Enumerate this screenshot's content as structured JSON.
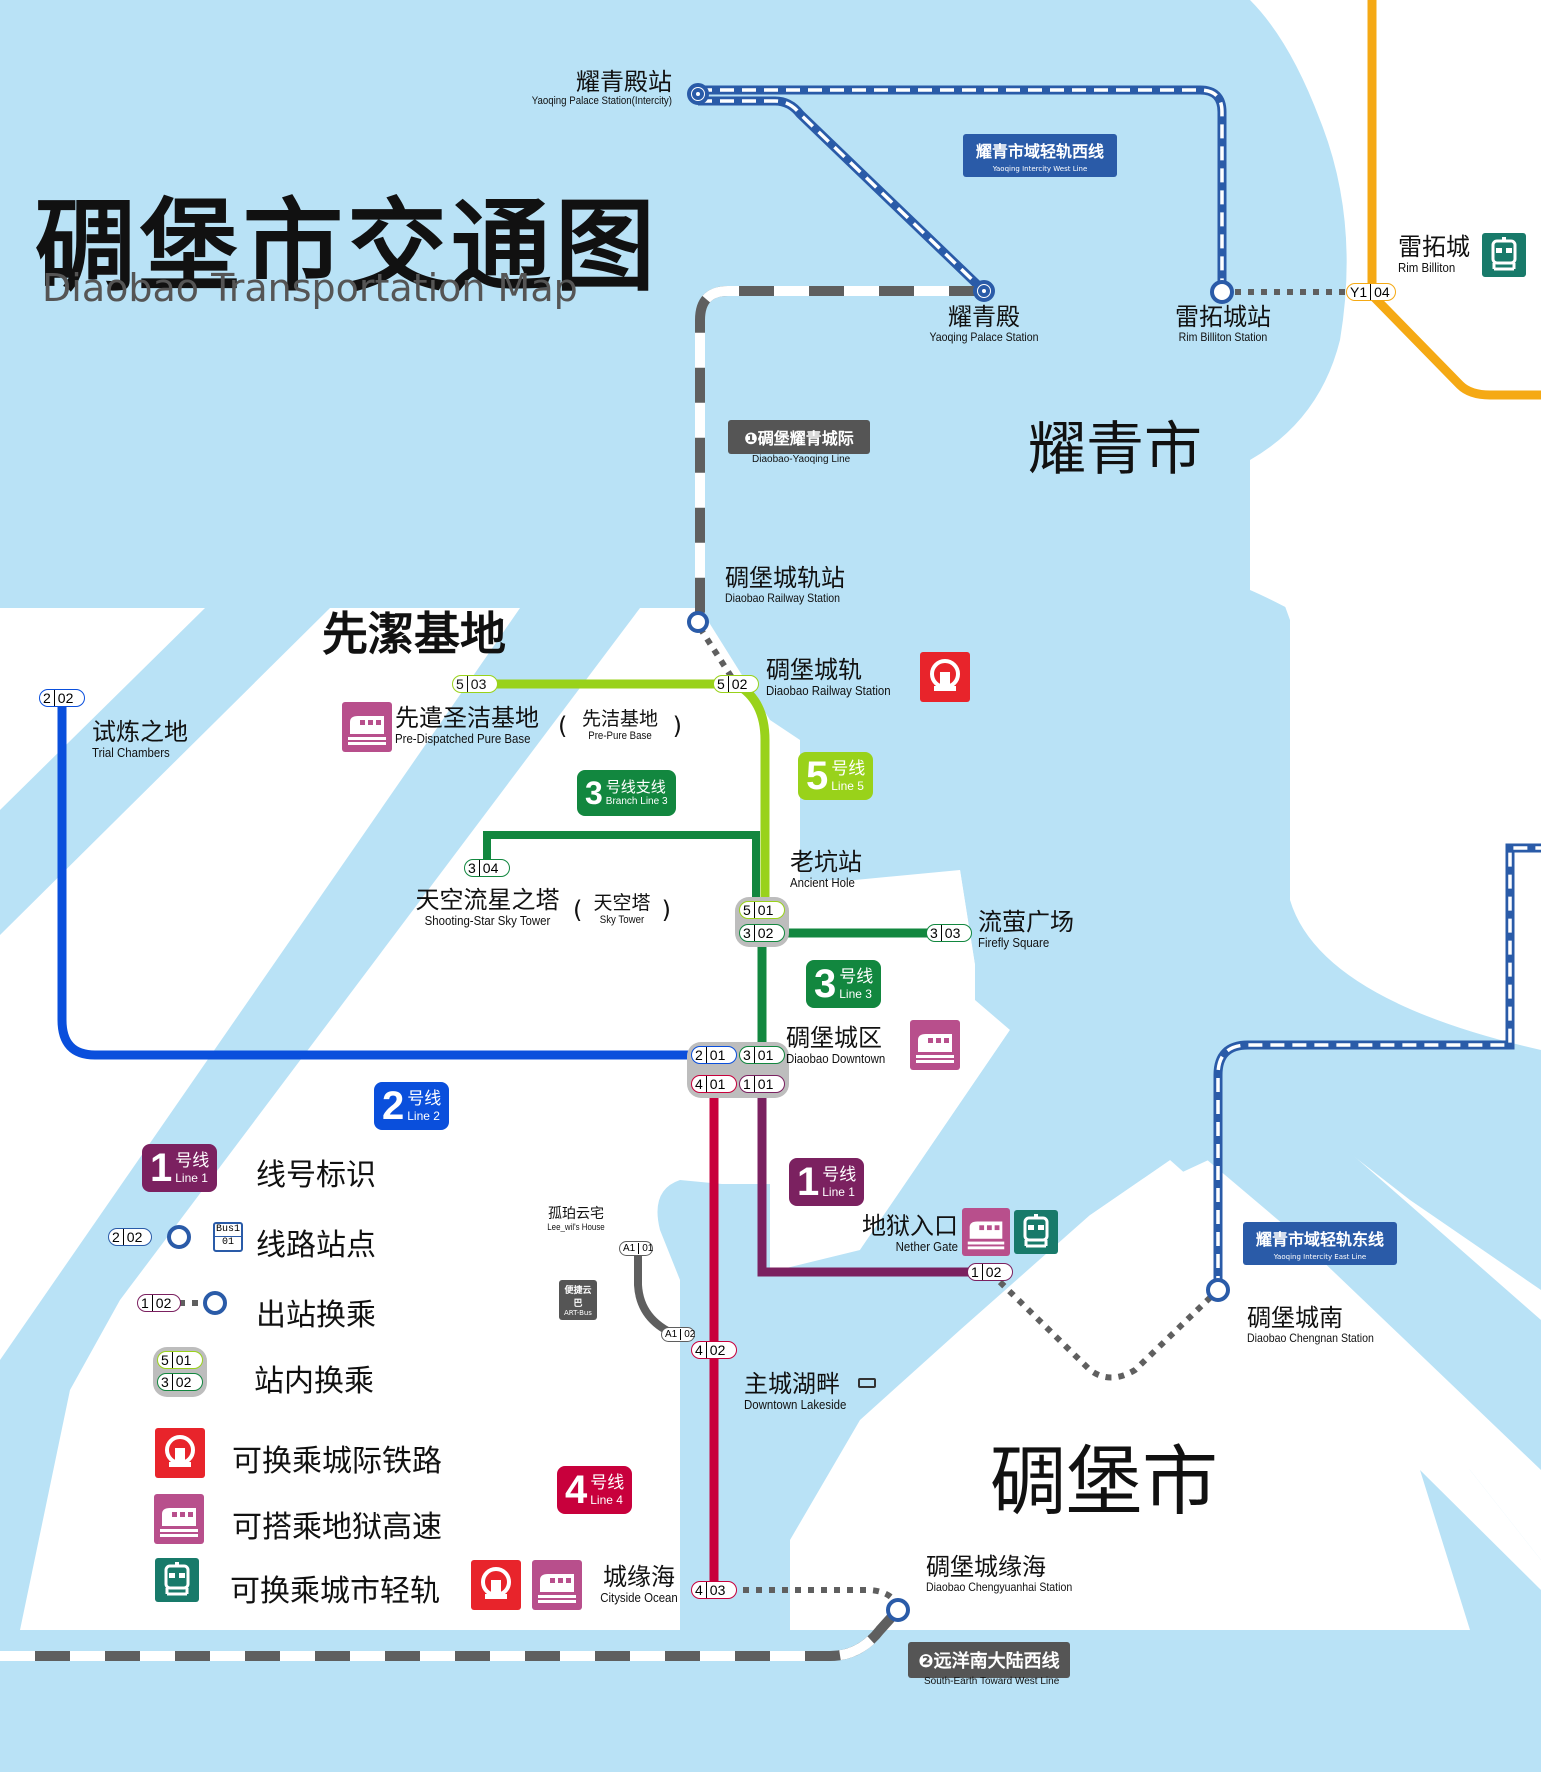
{
  "title": {
    "cn": "碉堡市交通图",
    "en": "Diaobao Transportation Map"
  },
  "regions": {
    "yaoqing_city": "耀青市",
    "diaobao_city": "碉堡市",
    "xianjie_base": "先潔基地"
  },
  "colors": {
    "water": "#b9e2f6",
    "land": "#ffffff",
    "line1": "#7b2160",
    "line2": "#0a4fdc",
    "line3": "#12873f",
    "line4": "#c8003c",
    "line5": "#99d21a",
    "lineY1": "#f5a914",
    "intercity": "#2a5ba8",
    "rail_gray": "#5f5f5f",
    "railway_icon": "#e8242b",
    "hell_express_icon": "#b84f8c",
    "light_rail_icon": "#187a6a"
  },
  "line_badges": {
    "line1": {
      "num": "1",
      "cn": "号线",
      "en": "Line 1"
    },
    "line2": {
      "num": "2",
      "cn": "号线",
      "en": "Line 2"
    },
    "line3": {
      "num": "3",
      "cn": "号线",
      "en": "Line 3"
    },
    "line3_branch": {
      "num": "3",
      "cn": "号线支线",
      "en": "Branch Line 3"
    },
    "line4": {
      "num": "4",
      "cn": "号线",
      "en": "Line 4"
    },
    "line5": {
      "num": "5",
      "cn": "号线",
      "en": "Line 5"
    }
  },
  "line_names": {
    "yaoqing_west": {
      "cn": "耀青市域轻轨西线",
      "en": "Yaoqing Intercity West Line"
    },
    "yaoqing_east": {
      "cn": "耀青市域轻轨东线",
      "en": "Yaoqing Intercity East Line"
    },
    "diaobao_yaoqing": {
      "cn": "❶碉堡耀青城际",
      "en": "Diaobao-Yaoqing Line"
    },
    "south_earth": {
      "cn": "❷远洋南大陆西线",
      "en": "South-Earth Toward West Line"
    },
    "art_bus": {
      "cn": "便捷云巴",
      "en": "ART-Bus"
    }
  },
  "station_codes": {
    "s502": [
      "5",
      "02"
    ],
    "s503": [
      "5",
      "03"
    ],
    "s501": [
      "5",
      "01"
    ],
    "s302": [
      "3",
      "02"
    ],
    "s303": [
      "3",
      "03"
    ],
    "s304": [
      "3",
      "04"
    ],
    "s301": [
      "3",
      "01"
    ],
    "s201": [
      "2",
      "01"
    ],
    "s202": [
      "2",
      "02"
    ],
    "s401": [
      "4",
      "01"
    ],
    "s402": [
      "4",
      "02"
    ],
    "s403": [
      "4",
      "03"
    ],
    "s101": [
      "1",
      "01"
    ],
    "s102": [
      "1",
      "02"
    ],
    "sY104": [
      "Y1",
      "04"
    ],
    "sA101": [
      "A1",
      "01"
    ],
    "sA102": [
      "A1",
      "02"
    ]
  },
  "stations": {
    "yaoqing_palace_intercity": {
      "cn": "耀青殿站",
      "en": "Yaoqing Palace Station(Intercity)"
    },
    "yaoqing_palace": {
      "cn": "耀青殿",
      "en": "Yaoqing Palace Station"
    },
    "rim_billiton_station": {
      "cn": "雷拓城站",
      "en": "Rim Billiton Station"
    },
    "rim_billiton": {
      "cn": "雷拓城",
      "en": "Rim Billiton"
    },
    "diaobao_railway_station_intercity": {
      "cn": "碉堡城轨站",
      "en": "Diaobao Railway Station"
    },
    "diaobao_railway": {
      "cn": "碉堡城轨",
      "en": "Diaobao Railway Station"
    },
    "trial_chambers": {
      "cn": "试炼之地",
      "en": "Trial Chambers"
    },
    "pre_dispatched": {
      "cn": "先遣圣洁基地",
      "en": "Pre-Dispatched Pure Base",
      "alt_cn": "先洁基地",
      "alt_en": "Pre-Pure Base"
    },
    "sky_tower": {
      "cn": "天空流星之塔",
      "en": "Shooting-Star Sky Tower",
      "alt_cn": "天空塔",
      "alt_en": "Sky Tower"
    },
    "ancient_hole": {
      "cn": "老坑站",
      "en": "Ancient Hole"
    },
    "firefly_square": {
      "cn": "流萤广场",
      "en": "Firefly Square"
    },
    "diaobao_downtown": {
      "cn": "碉堡城区",
      "en": "Diaobao Downtown"
    },
    "nether_gate": {
      "cn": "地狱入口",
      "en": "Nether Gate"
    },
    "chengnan": {
      "cn": "碉堡城南",
      "en": "Diaobao Chengnan Station"
    },
    "lee_wil_house": {
      "cn": "孤珀云宅",
      "en": "Lee_wil's House"
    },
    "downtown_lakeside": {
      "cn": "主城湖畔",
      "en": "Downtown Lakeside"
    },
    "cityside_ocean": {
      "cn": "城缘海",
      "en": "Cityside Ocean"
    },
    "chengyuanhai": {
      "cn": "碉堡城缘海",
      "en": "Diaobao Chengyuanhai Station"
    }
  },
  "legend": {
    "line_badge": "线号标识",
    "line_station": "线路站点",
    "out_transfer": "出站换乘",
    "in_transfer": "站内换乘",
    "intercity_rail": "可换乘城际铁路",
    "hell_express": "可搭乘地狱高速",
    "city_light_rail": "可换乘城市轻轨",
    "bus_code_top": "Bus1",
    "bus_code_bottom": "01"
  },
  "icons": [
    "railway-icon",
    "hell-express-train-icon",
    "light-rail-icon",
    "bus-icon"
  ]
}
